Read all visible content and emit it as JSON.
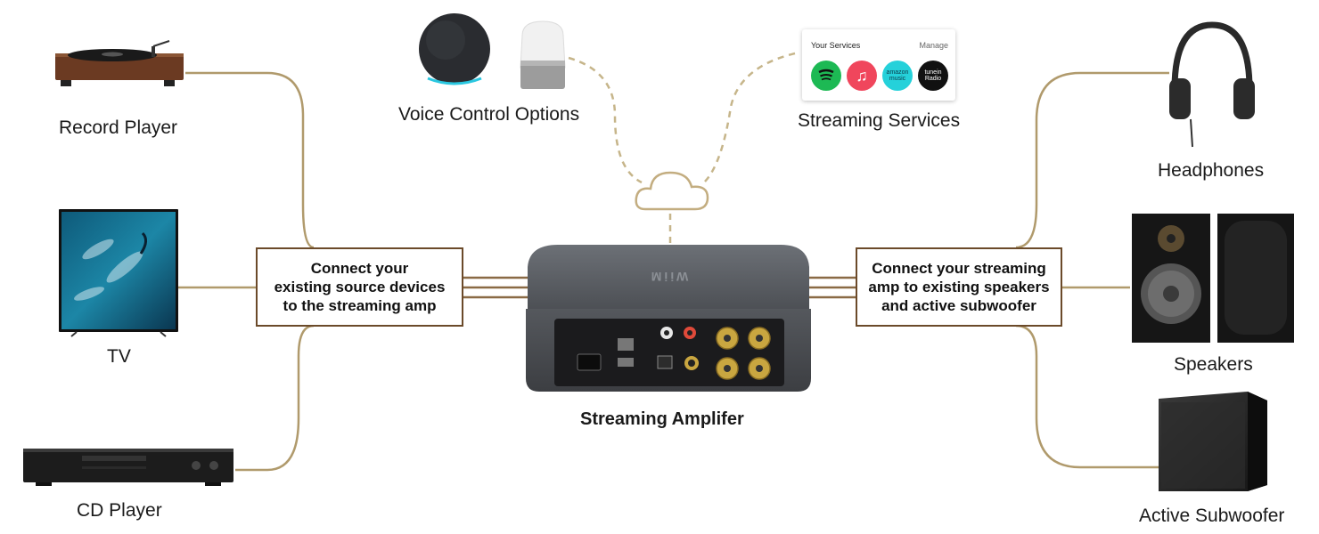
{
  "devices": {
    "record_player": "Record Player",
    "tv": "TV",
    "cd_player": "CD Player",
    "voice_control": "Voice Control Options",
    "streaming_services": "Streaming Services",
    "headphones": "Headphones",
    "speakers": "Speakers",
    "subwoofer": "Active Subwoofer",
    "amplifier": "Streaming Amplifer"
  },
  "boxes": {
    "left": [
      "Connect your",
      "existing source devices",
      "to the streaming amp"
    ],
    "right": [
      "Connect your streaming",
      "amp to existing speakers",
      "and active subwoofer"
    ]
  },
  "services_card": {
    "title": "Your Services",
    "manage": "Manage",
    "icons": [
      {
        "name": "spotify-icon",
        "color": "#1db954",
        "label": ""
      },
      {
        "name": "apple-music-icon",
        "color": "#f0465c",
        "label": "♫"
      },
      {
        "name": "amazon-music-icon",
        "color": "#25d1da",
        "label": "amazon music"
      },
      {
        "name": "tunein-icon",
        "color": "#111111",
        "label": "tunein Radio"
      }
    ]
  },
  "colors": {
    "line": "#b09a6c",
    "box_border": "#6b4a2a",
    "amp_body": "#5a5d62",
    "gold": "#c9a640"
  }
}
